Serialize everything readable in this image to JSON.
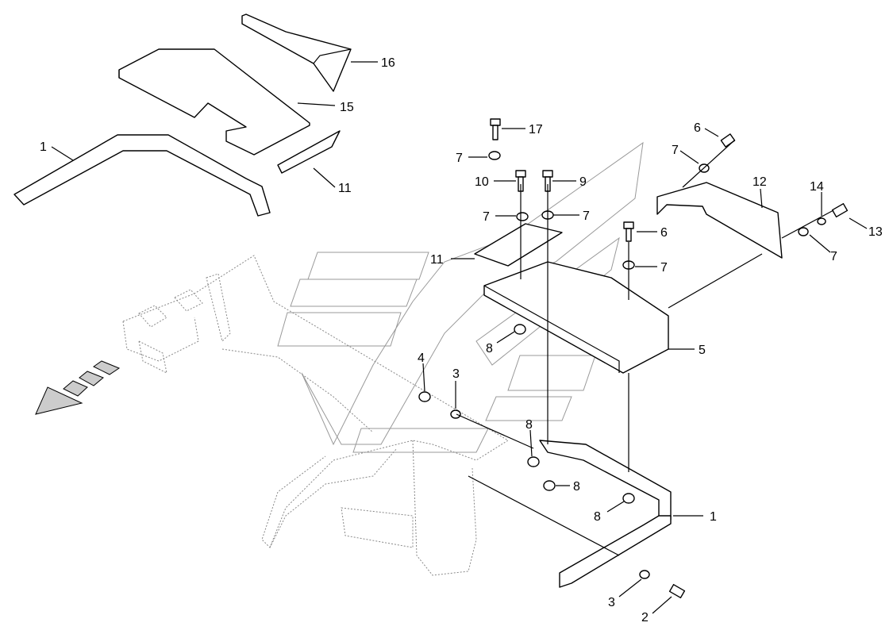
{
  "labels": [
    {
      "id": "l16",
      "text": "16"
    },
    {
      "id": "l15",
      "text": "15"
    },
    {
      "id": "l1a",
      "text": "1"
    },
    {
      "id": "l11a",
      "text": "11"
    },
    {
      "id": "l17",
      "text": "17"
    },
    {
      "id": "l7a",
      "text": "7"
    },
    {
      "id": "l10",
      "text": "10"
    },
    {
      "id": "l9",
      "text": "9"
    },
    {
      "id": "l7b",
      "text": "7"
    },
    {
      "id": "l7c",
      "text": "7"
    },
    {
      "id": "l11b",
      "text": "11"
    },
    {
      "id": "l6a",
      "text": "6"
    },
    {
      "id": "l7d",
      "text": "7"
    },
    {
      "id": "l12",
      "text": "12"
    },
    {
      "id": "l14",
      "text": "14"
    },
    {
      "id": "l13",
      "text": "13"
    },
    {
      "id": "l7e",
      "text": "7"
    },
    {
      "id": "l6b",
      "text": "6"
    },
    {
      "id": "l7f",
      "text": "7"
    },
    {
      "id": "l8a",
      "text": "8"
    },
    {
      "id": "l5",
      "text": "5"
    },
    {
      "id": "l4",
      "text": "4"
    },
    {
      "id": "l3a",
      "text": "3"
    },
    {
      "id": "l8b",
      "text": "8"
    },
    {
      "id": "l8c",
      "text": "8"
    },
    {
      "id": "l8d",
      "text": "8"
    },
    {
      "id": "l1b",
      "text": "1"
    },
    {
      "id": "l3b",
      "text": "3"
    },
    {
      "id": "l2",
      "text": "2"
    }
  ],
  "icons": {
    "direction": "direction-arrow-icon"
  }
}
